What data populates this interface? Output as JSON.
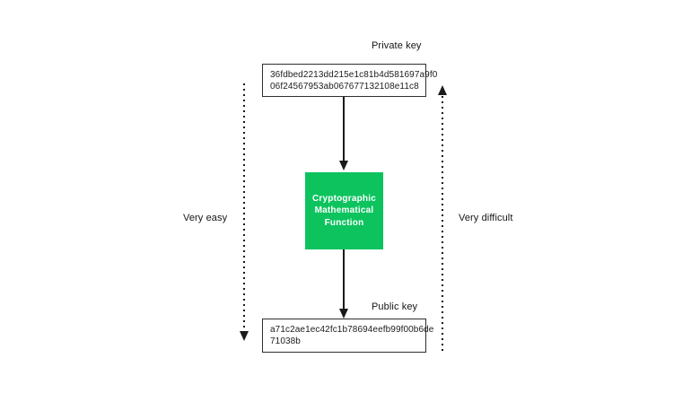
{
  "diagram": {
    "title_context": "private-key-to-public-key-derivation",
    "private_key": {
      "label": "Private key",
      "value_line1": "36fdbed2213dd215e1c81b4d581697a9f0",
      "value_line2": "06f24567953ab067677132108e11c8"
    },
    "function_box": {
      "line1": "Cryptographic",
      "line2": "Mathematical",
      "line3": "Function",
      "fill_color": "#0cc35e",
      "text_color": "#ffffff"
    },
    "public_key": {
      "label": "Public key",
      "value_line1": "a71c2ae1ec42fc1b78694eefb99f00b6de",
      "value_line2": "71038b"
    },
    "left_annotation": {
      "label": "Very easy",
      "direction": "down"
    },
    "right_annotation": {
      "label": "Very difficult",
      "direction": "up"
    },
    "colors": {
      "background": "#ffffff",
      "ink": "#1a1a1a",
      "box_border": "#2e2e2e",
      "accent_green": "#0cc35e"
    }
  }
}
